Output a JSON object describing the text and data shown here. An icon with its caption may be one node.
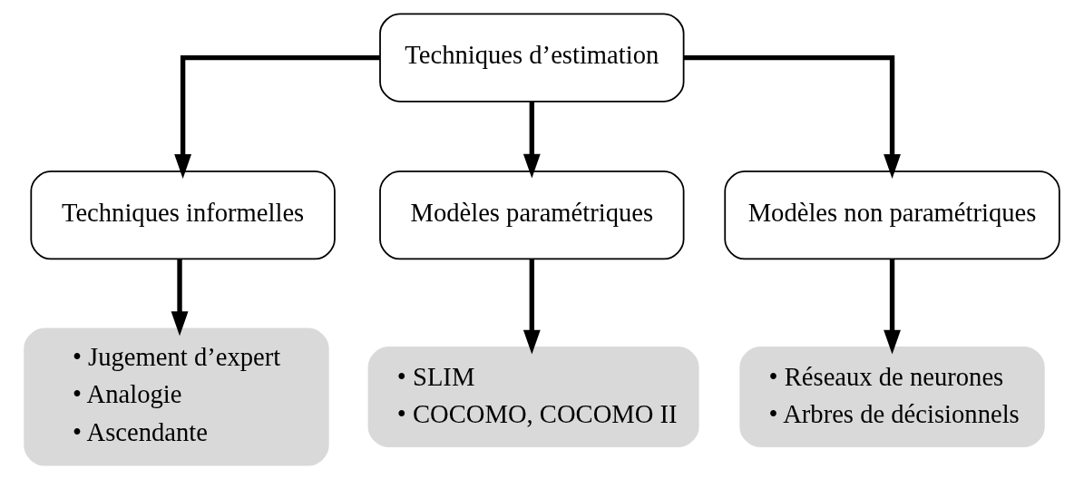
{
  "diagram": {
    "nodes": [
      {
        "text": [
          "Techniques d’estimation"
        ]
      },
      {
        "text": [
          "Techniques informelles"
        ]
      },
      {
        "text": [
          "Modèles paramétriques"
        ]
      },
      {
        "text": [
          "Modèles non paramétriques"
        ]
      },
      {
        "text": [
          "• Jugement d’expert",
          "• Analogie",
          "• Ascendante"
        ]
      },
      {
        "text": [
          "• SLIM",
          "• COCOMO, COCOMO II"
        ]
      },
      {
        "text": [
          "• Réseaux de neurones",
          "• Arbres de décisionnels"
        ]
      }
    ],
    "edges": [
      {
        "from": 0,
        "to": 1,
        "arrow": "to"
      },
      {
        "from": 0,
        "to": 2,
        "arrow": "to"
      },
      {
        "from": 0,
        "to": 3,
        "arrow": "to"
      },
      {
        "from": 1,
        "to": 4,
        "arrow": "to"
      },
      {
        "from": 2,
        "to": 5,
        "arrow": "to"
      },
      {
        "from": 3,
        "to": 6,
        "arrow": "to"
      }
    ]
  }
}
